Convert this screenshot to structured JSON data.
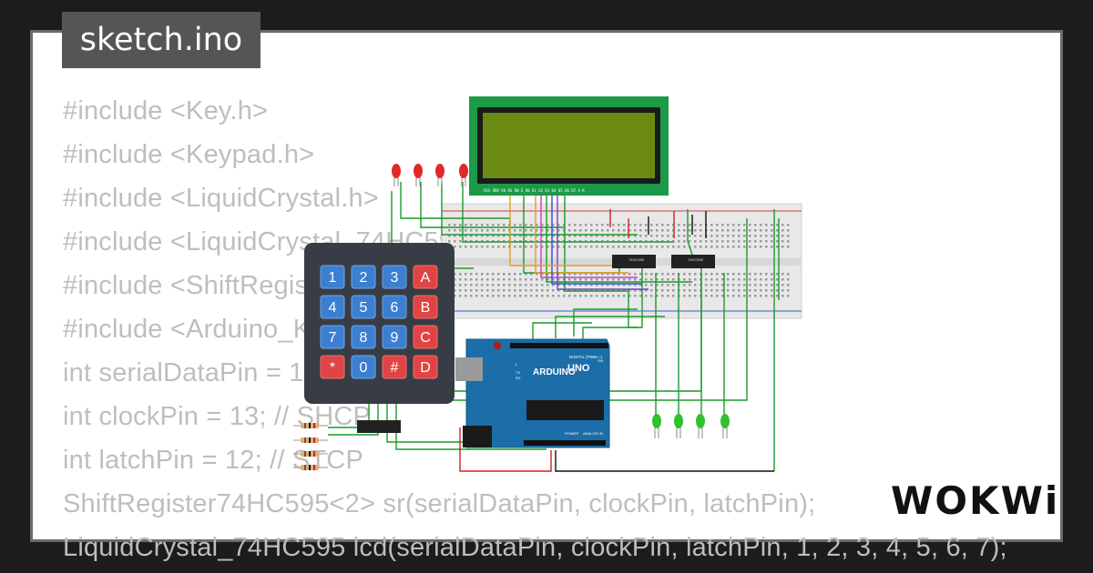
{
  "title": "sketch.ino",
  "brand": "WOKWi",
  "code_lines": [
    "#include <Key.h>",
    "#include <Keypad.h>",
    "#include <LiquidCrystal.h>",
    "#include <LiquidCrystal_74HC595.h>",
    "#include <ShiftRegister74HC595.h>",
    "#include <Arduino_KeyPad.h>",
    "int serialDataPin = 14; // DS",
    "int clockPin = 13; // SHCP",
    "int latchPin = 12; // STCP",
    "ShiftRegister74HC595<2> sr(serialDataPin, clockPin, latchPin);",
    "LiquidCrystal_74HC595 lcd(serialDataPin, clockPin, latchPin, 1, 2, 3, 4, 5, 6, 7);"
  ],
  "keypad": {
    "keys": [
      "1",
      "2",
      "3",
      "A",
      "4",
      "5",
      "6",
      "B",
      "7",
      "8",
      "9",
      "C",
      "*",
      "0",
      "#",
      "D"
    ]
  },
  "arduino": {
    "brand": "ARDUINO",
    "model": "UNO",
    "digital_label": "DIGITAL (PWM ~)",
    "analog_label": "ANALOG IN",
    "power_label": "POWER",
    "led_labels": [
      "L",
      "TX",
      "RX",
      "ON"
    ]
  },
  "shift_registers": [
    {
      "label": "74HC595"
    },
    {
      "label": "74HC595"
    }
  ],
  "lcd": {
    "pin_labels": "VSS VDD V0 RS RW E D0 D1 D2 D3 D4 D5 D6 D7 A K"
  },
  "colors": {
    "card_border": "#6a6a6a",
    "code_text": "#bebebe",
    "title_bg": "#555555",
    "lcd_bezel": "#1d9a48",
    "lcd_screen": "#6b8a12",
    "arduino_board": "#1b6ea8",
    "keypad_body": "#383d45",
    "key_blue": "#3c7fd0",
    "key_red": "#e04444",
    "wire_green": "#1a9a2a",
    "wire_red": "#d22020",
    "wire_black": "#111111"
  },
  "icons": [
    "red-led-icon",
    "green-led-icon",
    "resistor-icon",
    "wokwi-logo"
  ]
}
